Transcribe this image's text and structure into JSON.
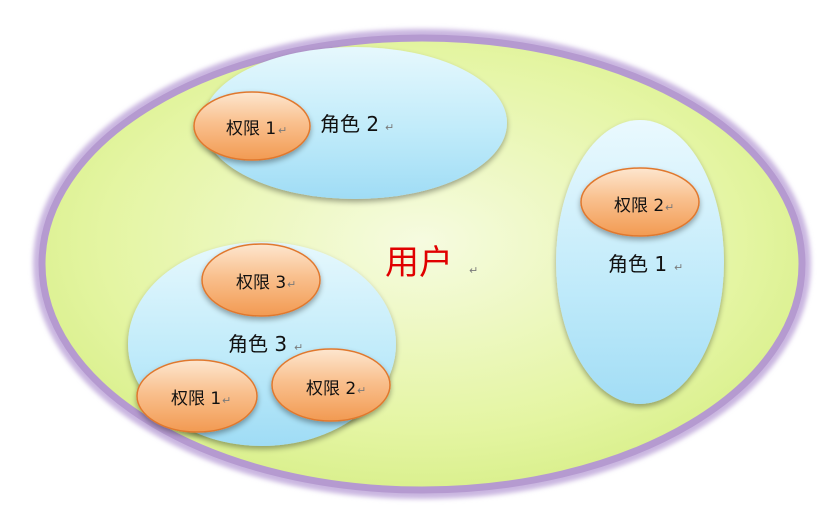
{
  "user": {
    "label": "用户"
  },
  "roles": {
    "role2": {
      "label": "角色 2"
    },
    "role1": {
      "label": "角色 1"
    },
    "role3": {
      "label": "角色 3"
    }
  },
  "permissions": {
    "r2_perm1": {
      "label": "权限 1"
    },
    "r1_perm2": {
      "label": "权限 2"
    },
    "r3_perm3": {
      "label": "权限 3"
    },
    "r3_perm1": {
      "label": "权限 1"
    },
    "r3_perm2": {
      "label": "权限 2"
    }
  },
  "paragraph_mark": "↵",
  "colors": {
    "user_fill": "#e4f5a2",
    "user_border": "#b59ad0",
    "role_fill": "#aee3f8",
    "permission_fill": "#f6a868",
    "permission_border": "#e0782d",
    "user_text": "#e00000",
    "text": "#111111"
  }
}
